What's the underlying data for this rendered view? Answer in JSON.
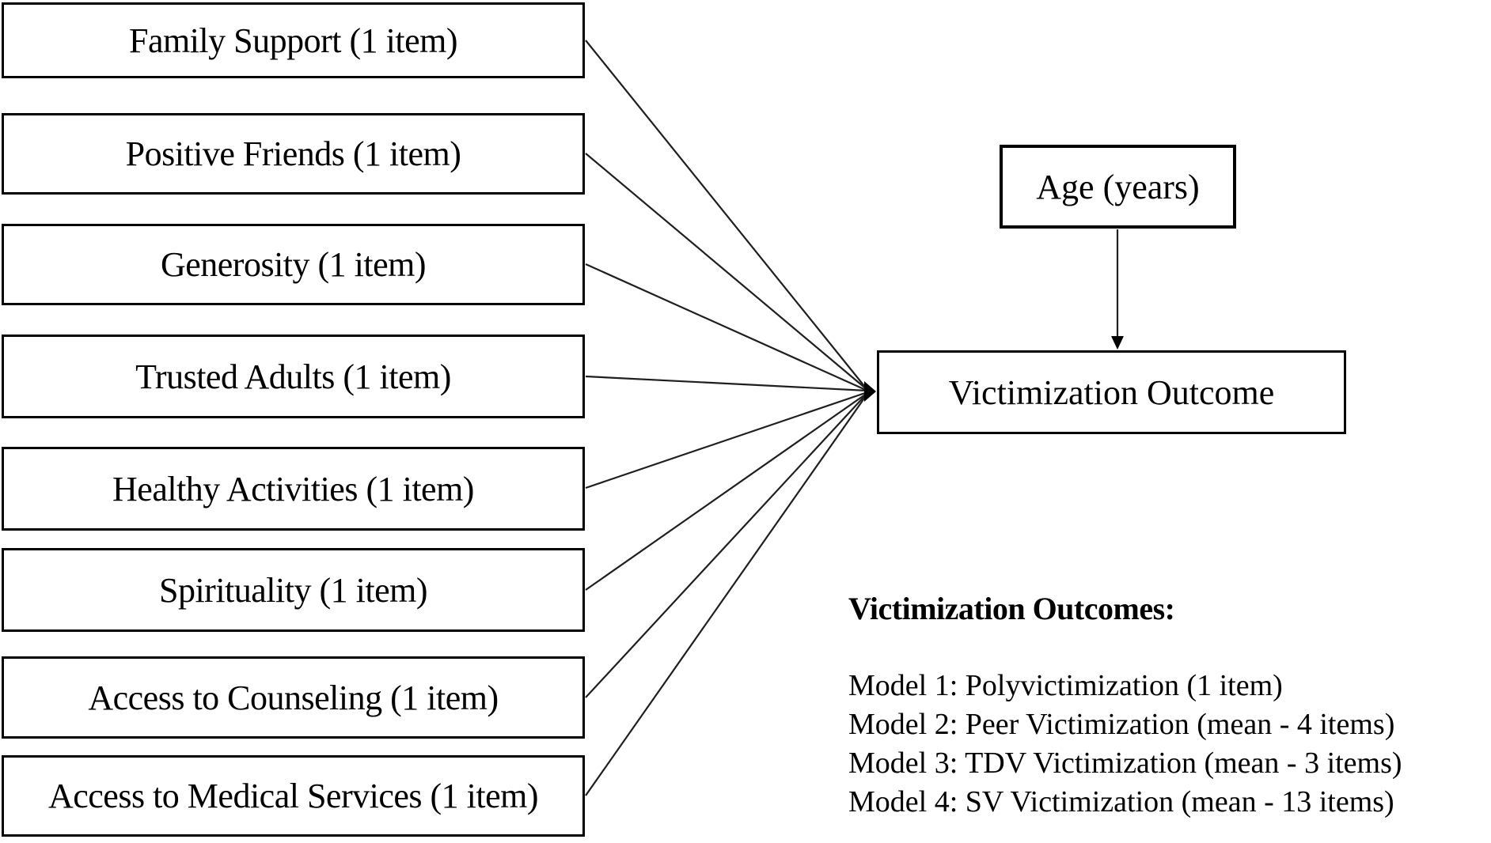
{
  "colors": {
    "ink": "#000000",
    "line": "#1f1f1f",
    "background": "#ffffff"
  },
  "predictors": [
    {
      "label": "Family Support (1 item)"
    },
    {
      "label": "Positive Friends (1 item)"
    },
    {
      "label": "Generosity (1 item)"
    },
    {
      "label": "Trusted Adults (1 item)"
    },
    {
      "label": "Healthy Activities (1 item)"
    },
    {
      "label": "Spirituality (1 item)"
    },
    {
      "label": "Access to Counseling (1 item)"
    },
    {
      "label": "Access to Medical Services (1 item)"
    }
  ],
  "covariate": {
    "label": "Age (years)"
  },
  "outcome": {
    "label": "Victimization Outcome"
  },
  "legend": {
    "title": "Victimization Outcomes:",
    "models": [
      "Model 1: Polyvictimization (1 item)",
      "Model 2: Peer Victimization (mean - 4 items)",
      "Model 3: TDV Victimization (mean - 3 items)",
      "Model 4: SV Victimization (mean - 13 items)"
    ]
  }
}
